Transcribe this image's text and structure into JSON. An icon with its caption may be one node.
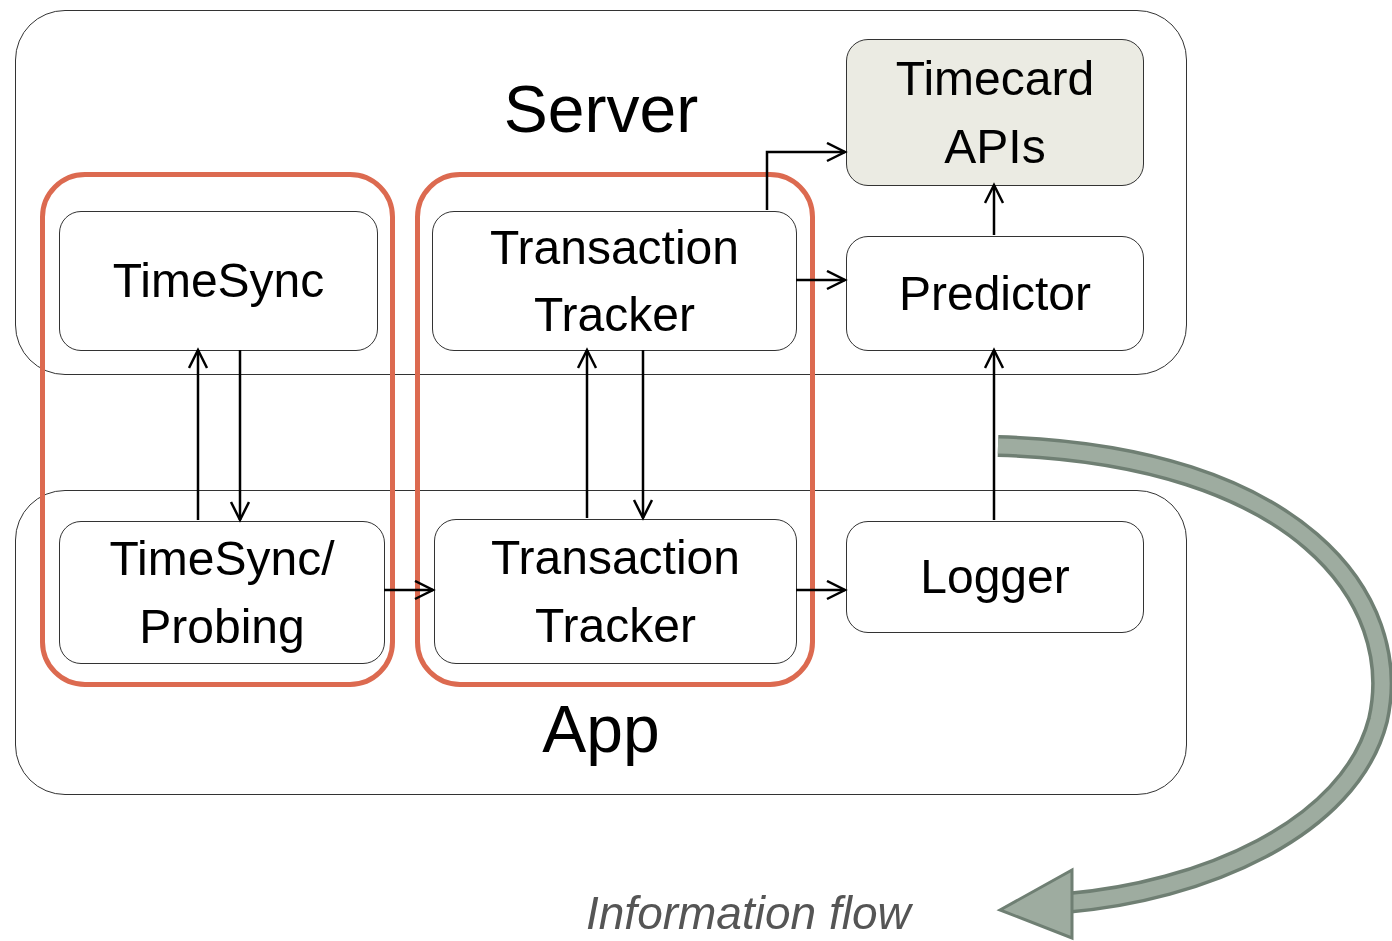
{
  "diagram": {
    "nodes": [
      {
        "text": [
          "Server"
        ]
      },
      {
        "text": [
          "App"
        ]
      },
      {
        "text": [
          "TimeSync"
        ],
        "in": 0
      },
      {
        "text": [
          "Transaction Tracker"
        ],
        "in": 0
      },
      {
        "text": [
          "Timecard APIs"
        ],
        "in": 0
      },
      {
        "text": [
          "Predictor"
        ],
        "in": 0
      },
      {
        "text": [
          "TimeSync/ Probing"
        ],
        "in": 1
      },
      {
        "text": [
          "Transaction Tracker"
        ],
        "in": 1
      },
      {
        "text": [
          "Logger"
        ],
        "in": 1
      }
    ],
    "edges": [
      {
        "from": 2,
        "to": 6,
        "arrow": "to"
      },
      {
        "from": 6,
        "to": 2,
        "arrow": "to"
      },
      {
        "from": 3,
        "to": 7,
        "arrow": "to"
      },
      {
        "from": 7,
        "to": 3,
        "arrow": "to"
      },
      {
        "from": 6,
        "to": 7,
        "arrow": "to"
      },
      {
        "from": 7,
        "to": 8,
        "arrow": "to"
      },
      {
        "from": 3,
        "to": 5,
        "arrow": "to"
      },
      {
        "from": 3,
        "to": 4,
        "arrow": "to"
      },
      {
        "from": 5,
        "to": 4,
        "arrow": "to"
      },
      {
        "from": 8,
        "to": 5,
        "arrow": "to"
      }
    ],
    "labels": [
      "Information flow"
    ]
  }
}
